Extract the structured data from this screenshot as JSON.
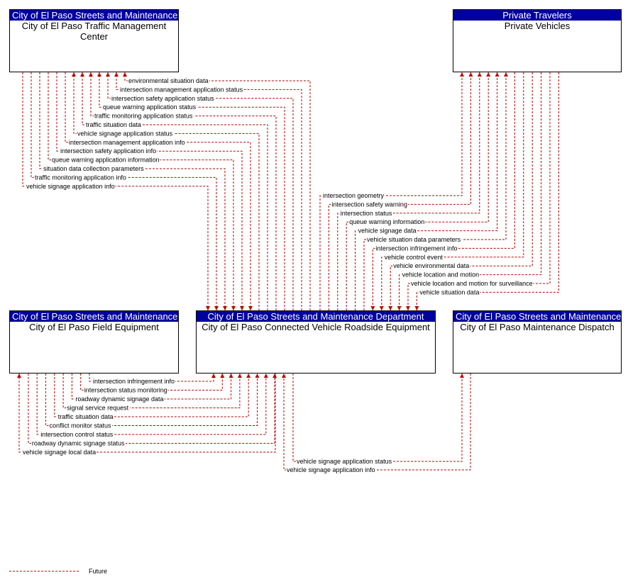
{
  "boxes": {
    "tmc": {
      "header": "City of El Paso Streets and Maintenance Department",
      "title": "City of El Paso Traffic Management Center"
    },
    "pv": {
      "header": "Private Travelers",
      "title": "Private Vehicles"
    },
    "fe": {
      "header": "City of El Paso Streets and Maintenance Department",
      "title": "City of El Paso Field Equipment"
    },
    "rse": {
      "header": "City of El Paso Streets and Maintenance Department",
      "title": "City of El Paso Connected Vehicle Roadside Equipment"
    },
    "md": {
      "header": "City of El Paso Streets and Maintenance Department",
      "title": "City of El Paso Maintenance Dispatch"
    }
  },
  "flows": {
    "rse_to_tmc": [
      "environmental situation data",
      "intersection management application status",
      "intersection safety application status",
      "queue warning application status",
      "traffic monitoring application status",
      "traffic situation data",
      "vehicle signage application status"
    ],
    "tmc_to_rse": [
      "intersection management application info",
      "intersection safety application info",
      "queue warning application information",
      "situation data collection parameters",
      "traffic monitoring application info",
      "vehicle signage application info"
    ],
    "rse_to_pv": [
      "intersection geometry",
      "intersection safety warning",
      "intersection status",
      "queue warning information",
      "vehicle signage data",
      "vehicle situation data parameters"
    ],
    "pv_to_rse": [
      "intersection infringement info",
      "vehicle control event",
      "vehicle environmental data",
      "vehicle location and motion",
      "vehicle location and motion for surveillance",
      "vehicle situation data"
    ],
    "fe_to_rse": [
      "intersection infringement info",
      "intersection status monitoring",
      "roadway dynamic signage data",
      "signal service request",
      "traffic situation data",
      "conflict monitor status",
      "intersection control status",
      "roadway dynamic signage status"
    ],
    "rse_to_fe": [
      "vehicle signage local data"
    ],
    "rse_to_md": [
      "vehicle signage application status"
    ],
    "md_to_rse": [
      "vehicle signage application info"
    ]
  },
  "legend": {
    "label": "Future"
  },
  "colors": {
    "header": "#0000a0",
    "flow": "#c00000"
  }
}
